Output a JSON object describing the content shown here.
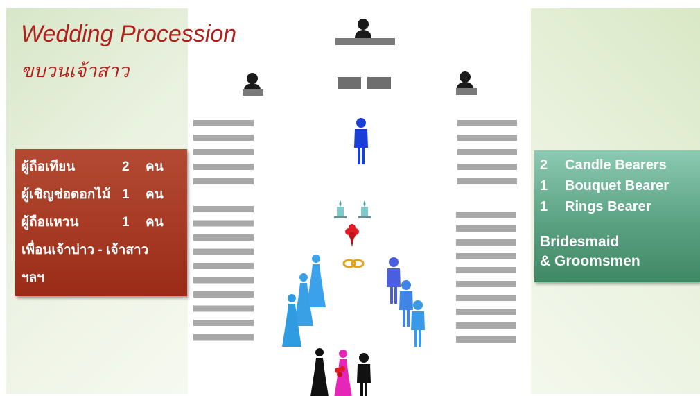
{
  "slide": {
    "title": "Wedding Procession",
    "subtitle": "ขบวนเจ้าสาว"
  },
  "thai_list": [
    {
      "label": "ผู้ถือเทียน",
      "count": "2",
      "unit": "คน"
    },
    {
      "label": "ผู้เชิญช่อดอกไม้",
      "count": "1",
      "unit": "คน"
    },
    {
      "label": "ผู้ถือแหวน",
      "count": "1",
      "unit": "คน"
    },
    {
      "label": "เพื่อนเจ้าบ่าว - เจ้าสาว"
    },
    {
      "label": "ฯลฯ"
    }
  ],
  "english_list": [
    {
      "count": "2",
      "label": "Candle Bearers"
    },
    {
      "count": "1",
      "label": "Bouquet Bearer"
    },
    {
      "count": "1",
      "label": "Rings Bearer"
    }
  ],
  "attendants": {
    "line1": "Bridesmaid",
    "line2": "& Groomsmen"
  },
  "colors": {
    "title": "#b0211c",
    "thai_box": "#a3341f",
    "english_box": "#5aa182",
    "groom": "#1a3fd6",
    "bridesmaid": "#2f9be0",
    "groomsman": "#4a6fe6",
    "bride": "#e626b8",
    "bouquet": "#e01b24",
    "pew": "#a8a8a8"
  },
  "icons": [
    "officiant-icon",
    "candle-icon",
    "bouquet-icon",
    "rings-icon",
    "groom-icon",
    "bride-icon"
  ]
}
